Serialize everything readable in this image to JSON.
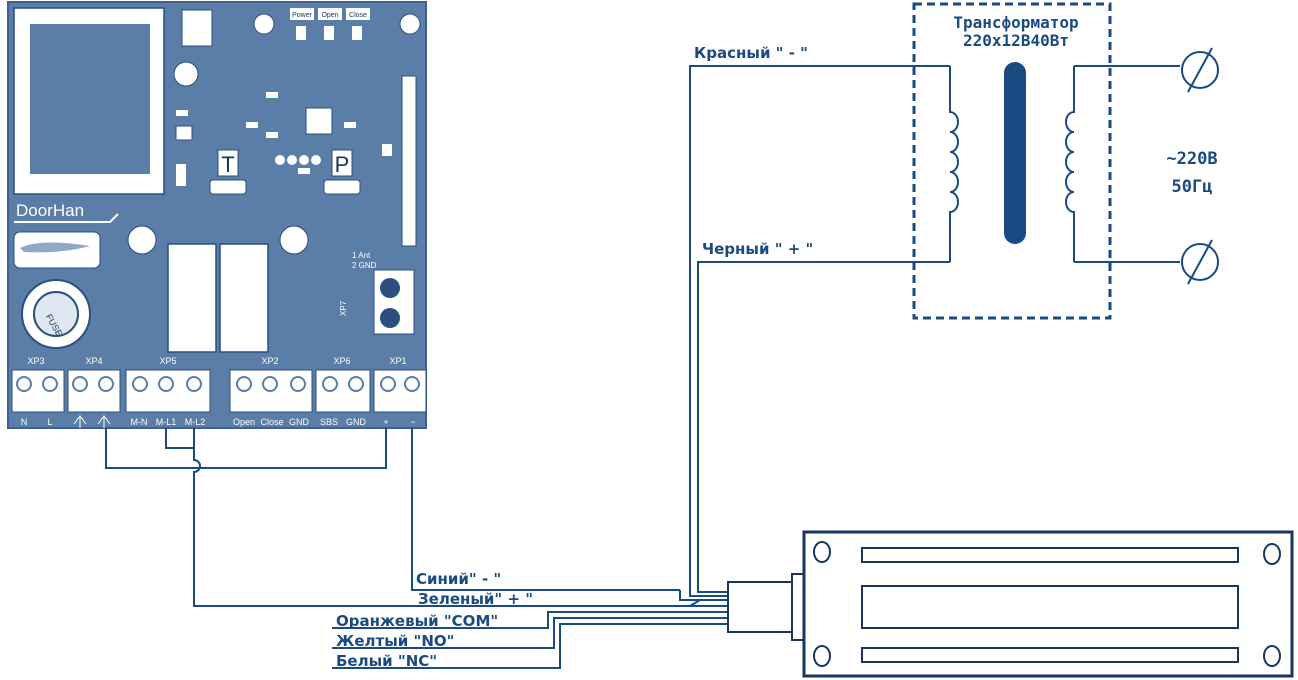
{
  "board": {
    "brand": "DoorHan",
    "top_labels": [
      "Power",
      "Open",
      "Close"
    ],
    "t_button": "T",
    "p_button": "P",
    "fuse": "FUSE",
    "xp7": "XP7",
    "ant_labels": [
      "1 Ant",
      "2 GND"
    ],
    "headers": [
      "XP3",
      "XP4",
      "XP5",
      "XP2",
      "XP6",
      "XP1"
    ],
    "pins": [
      "N",
      "L",
      "M-N",
      "M-L1",
      "M-L2",
      "Open",
      "Close",
      "GND",
      "SBS",
      "GND",
      "+",
      "−"
    ]
  },
  "transformer": {
    "title_line1": "Трансформатор",
    "title_line2": "220х12В40Вт",
    "supply_line1": "~220В",
    "supply_line2": "50Гц"
  },
  "wires": {
    "red": "Красный \" - \"",
    "black": "Черный \" + \"",
    "blue": "Синий\" - \"",
    "green": "Зеленый\" + \"",
    "orange": "Оранжевый \"COM\"",
    "yellow": "Желтый \"NO\"",
    "white": "Белый \"NC\""
  },
  "colors": {
    "board": "#5a7ea7",
    "ink": "#1a4a82",
    "outline": "#17365d"
  }
}
